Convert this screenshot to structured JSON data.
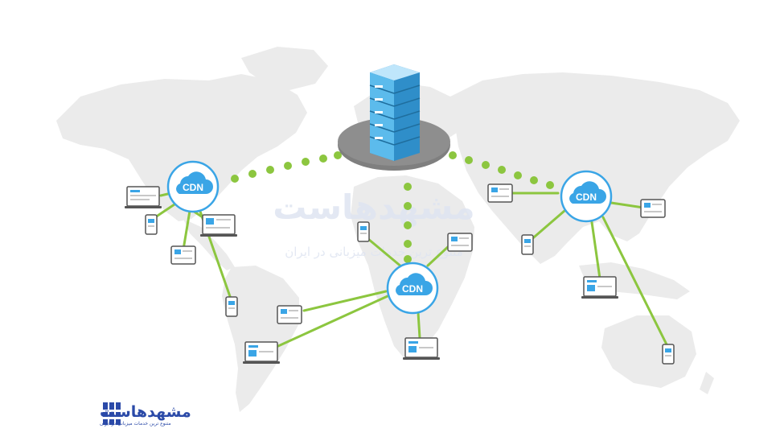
{
  "colors": {
    "link": "#8cc63f",
    "cdn_ring": "#3aa5e6",
    "cloud": "#3aa5e6",
    "server": "#56b8e8",
    "platform": "#8a8a8a",
    "map": "#ebebeb",
    "brand": "#2b4aa8"
  },
  "diagram": {
    "origin_icon": "server-rack-icon",
    "cdn_nodes": [
      {
        "id": "cdn-americas",
        "label": "CDN"
      },
      {
        "id": "cdn-africa",
        "label": "CDN"
      },
      {
        "id": "cdn-asia",
        "label": "CDN"
      }
    ],
    "device_icons": [
      "laptop-icon",
      "phone-icon",
      "tablet-icon"
    ]
  },
  "watermark": {
    "title": "مشهدهاست",
    "tagline": "متنوع ترین خدمات میزبانی در ایران"
  },
  "logo": {
    "title": "مشهدهاست",
    "tagline": "متنوع ترین خدمات میزبانی در ایران",
    "icon": "mashhadhost-logo-icon"
  }
}
